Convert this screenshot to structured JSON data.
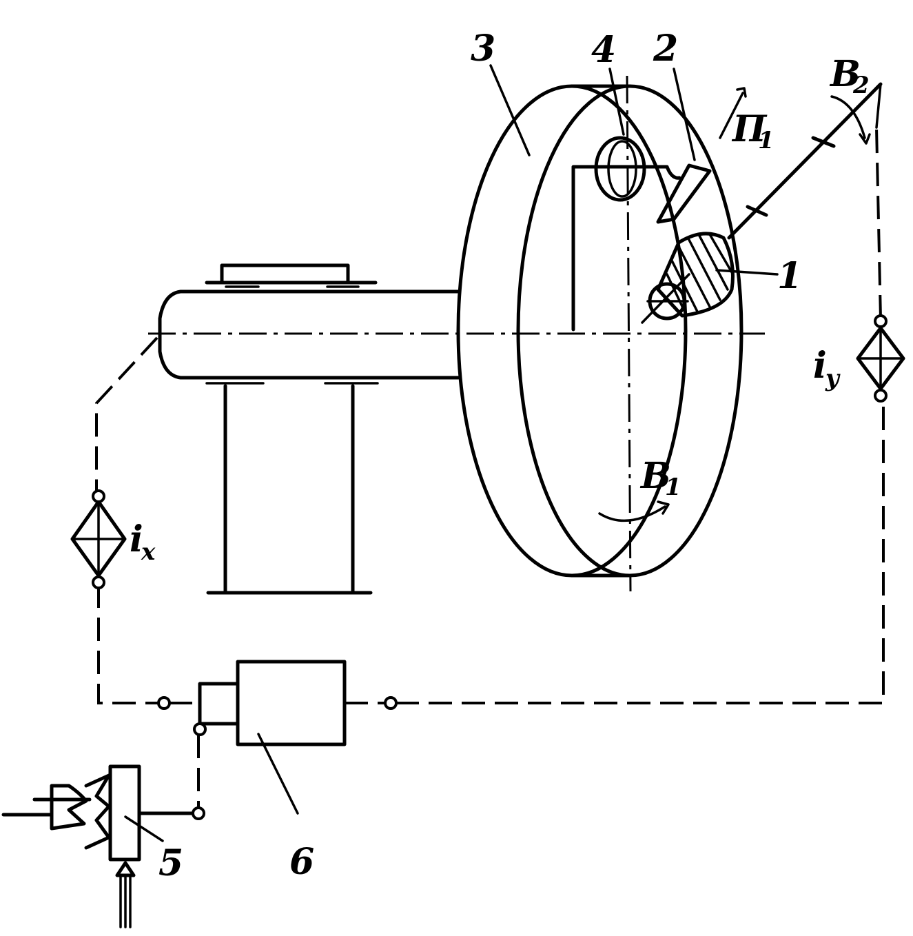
{
  "labels": {
    "part_1": "1",
    "part_2": "2",
    "part_3": "3",
    "part_4": "4",
    "part_5": "5",
    "part_6": "6",
    "motion_n1_main": "П",
    "motion_n1_sub": "1",
    "motion_b1_main": "B",
    "motion_b1_sub": "1",
    "motion_b2_main": "B",
    "motion_b2_sub": "2",
    "ratio_x_main": "i",
    "ratio_x_sub": "x",
    "ratio_y_main": "i",
    "ratio_y_sub": "y"
  }
}
